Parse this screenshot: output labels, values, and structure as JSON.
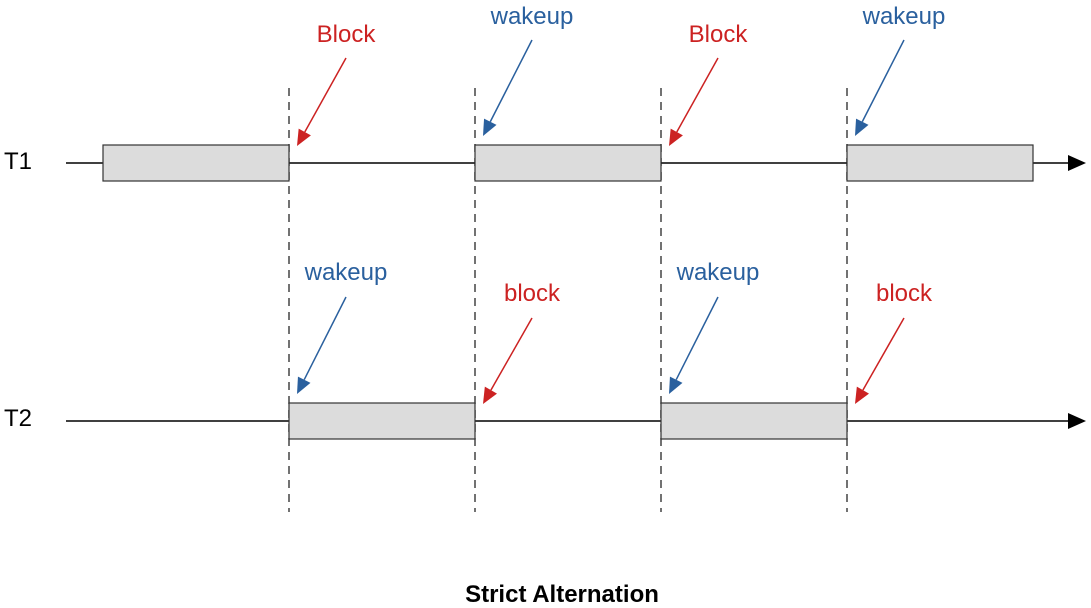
{
  "caption": "Strict Alternation",
  "colors": {
    "block": "#cc2222",
    "wakeup": "#2a609e",
    "box_fill": "#dcdcdc",
    "box_stroke": "#333333",
    "line": "#000000",
    "guide": "#444444"
  },
  "rows": [
    {
      "label": "T1",
      "running_slots": [
        0,
        2,
        4
      ],
      "events": [
        {
          "text": "Block",
          "kind": "block"
        },
        {
          "text": "wakeup",
          "kind": "wakeup"
        },
        {
          "text": "Block",
          "kind": "block"
        },
        {
          "text": "wakeup",
          "kind": "wakeup"
        }
      ]
    },
    {
      "label": "T2",
      "running_slots": [
        1,
        3
      ],
      "events": [
        {
          "text": "wakeup",
          "kind": "wakeup"
        },
        {
          "text": "block",
          "kind": "block"
        },
        {
          "text": "wakeup",
          "kind": "wakeup"
        },
        {
          "text": "block",
          "kind": "block"
        }
      ]
    }
  ]
}
